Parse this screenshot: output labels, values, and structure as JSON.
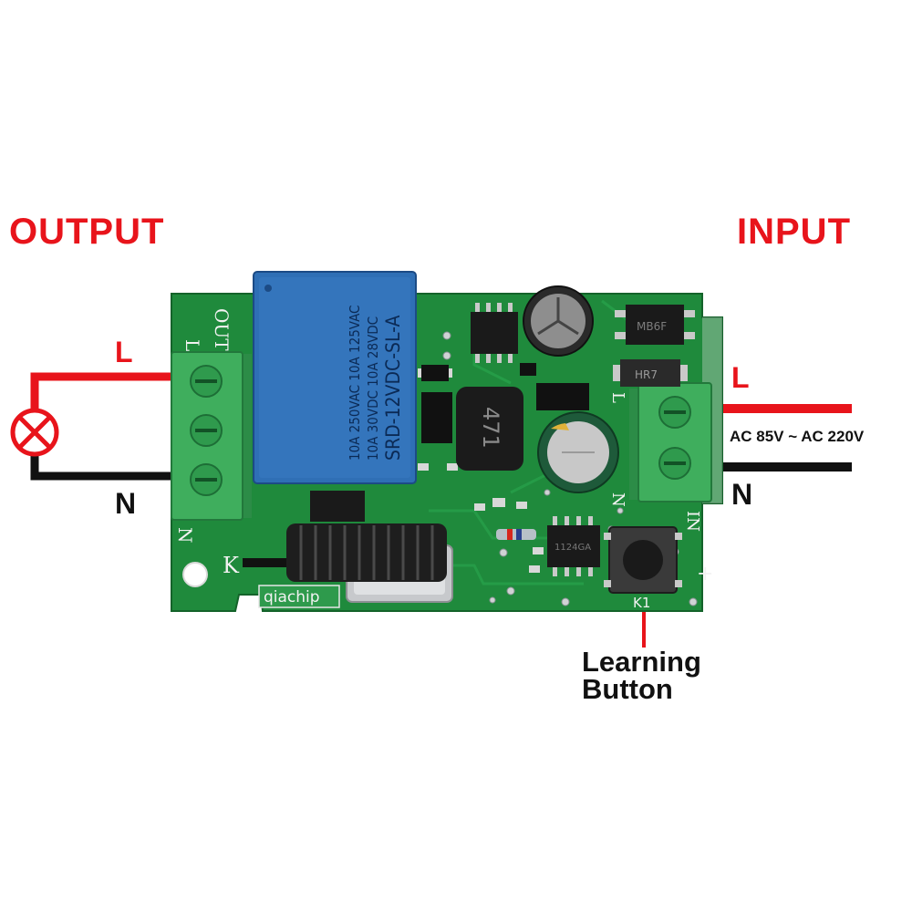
{
  "labels": {
    "output_title": "OUTPUT",
    "input_title": "INPUT",
    "output_live": "L",
    "output_neutral": "N",
    "input_live": "L",
    "input_neutral": "N",
    "input_voltage": "AC 85V ~ AC 220V",
    "learning_button_line1": "Learning",
    "learning_button_line2": "Button"
  },
  "board": {
    "relay_lines": [
      "10A 250VAC  10A 125VAC",
      "10A 30VDC  10A 28VDC",
      "SRD-12VDC-SL-A"
    ],
    "inductor_code": "471",
    "brand": "qiachip",
    "terminal_out": "OUT",
    "terminal_in": "IN",
    "pin_l_left": "L",
    "pin_n_left": "N",
    "pin_l_right": "L",
    "pin_n_right": "N",
    "button_ref": "K1",
    "k_mark": "K",
    "bridge_mark": "MB6F",
    "diode_mark": "HR7",
    "ic_mark": "1124GA",
    "plus_mark": "+"
  },
  "colors": {
    "pcb": "#1f8a3c",
    "relay": "#2f6fb5",
    "terminal": "#3fae5d",
    "wire_live": "#e8141b",
    "wire_neutral": "#111111"
  }
}
